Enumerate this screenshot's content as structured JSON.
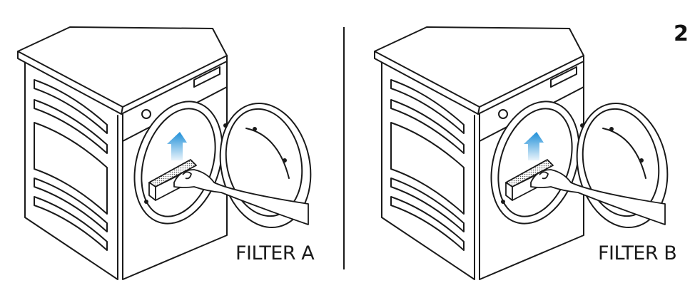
{
  "step_number": "2",
  "panels": [
    {
      "label": "FILTER A"
    },
    {
      "label": "FILTER B"
    }
  ],
  "colors": {
    "arrow": "#1e8fd8",
    "line": "#1a1a1a"
  },
  "icons": [
    "dryer-illustration",
    "up-arrow-icon",
    "filter-icon",
    "hand-illustration"
  ]
}
